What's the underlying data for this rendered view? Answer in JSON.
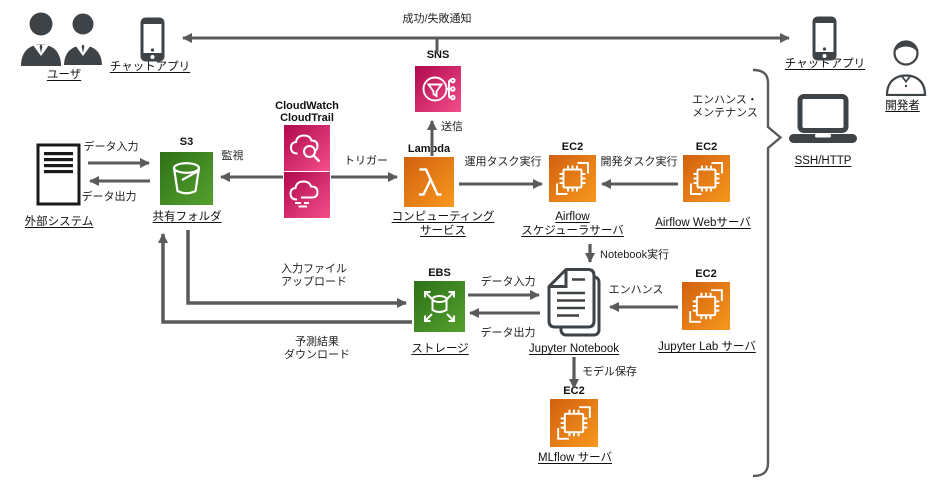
{
  "colors": {
    "line": "#5A5A5A",
    "dark": "#3E4347",
    "pink_start": "#B0084D",
    "pink_end": "#F34F8B",
    "orange_start": "#D2600F",
    "orange_end": "#F7981D",
    "green_start": "#2E7118",
    "green_end": "#55A02E"
  },
  "actors": {
    "users_label": "ユーザ",
    "chat_app_left_label": "チャットアプリ",
    "external_system_label": "外部システム",
    "chat_app_right_label": "チャットアプリ",
    "developer_label": "開発者",
    "ssh_http_label": "SSH/HTTP"
  },
  "nodes": {
    "sns": {
      "service": "SNS"
    },
    "cloudwatch": {
      "line1": "CloudWatch",
      "line2": "CloudTrail"
    },
    "s3": {
      "service": "S3",
      "label": "共有フォルダ"
    },
    "lambda": {
      "service": "Lambda",
      "label_line1": "コンピューティング",
      "label_line2": "サービス"
    },
    "ec2_scheduler": {
      "service": "EC2",
      "label_line1": "Airflow",
      "label_line2": "スケジューラサーバ"
    },
    "ec2_web": {
      "service": "EC2",
      "label": "Airflow Webサーバ"
    },
    "ebs": {
      "service": "EBS",
      "label": "ストレージ"
    },
    "jupyter": {
      "label": "Jupyter Notebook"
    },
    "ec2_lab": {
      "service": "EC2",
      "label": "Jupyter Lab サーバ"
    },
    "ec2_mlflow": {
      "service": "EC2",
      "label": "MLflow サーバ"
    }
  },
  "edges": {
    "notify": "成功/失敗通知",
    "send": "送信",
    "monitor": "監視",
    "trigger": "トリガー",
    "data_input_external": "データ入力",
    "data_output_external": "データ出力",
    "op_task": "運用タスク実行",
    "dev_task": "開発タスク実行",
    "notebook_exec": "Notebook実行",
    "input_upload_line1": "入力ファイル",
    "input_upload_line2": "アップロード",
    "predict_line1": "予測結果",
    "predict_line2": "ダウンロード",
    "data_input_ebs": "データ入力",
    "data_output_ebs": "データ出力",
    "enhance": "エンハンス",
    "model_save": "モデル保存",
    "enhance_maintenance_line1": "エンハンス・",
    "enhance_maintenance_line2": "メンテナンス"
  }
}
